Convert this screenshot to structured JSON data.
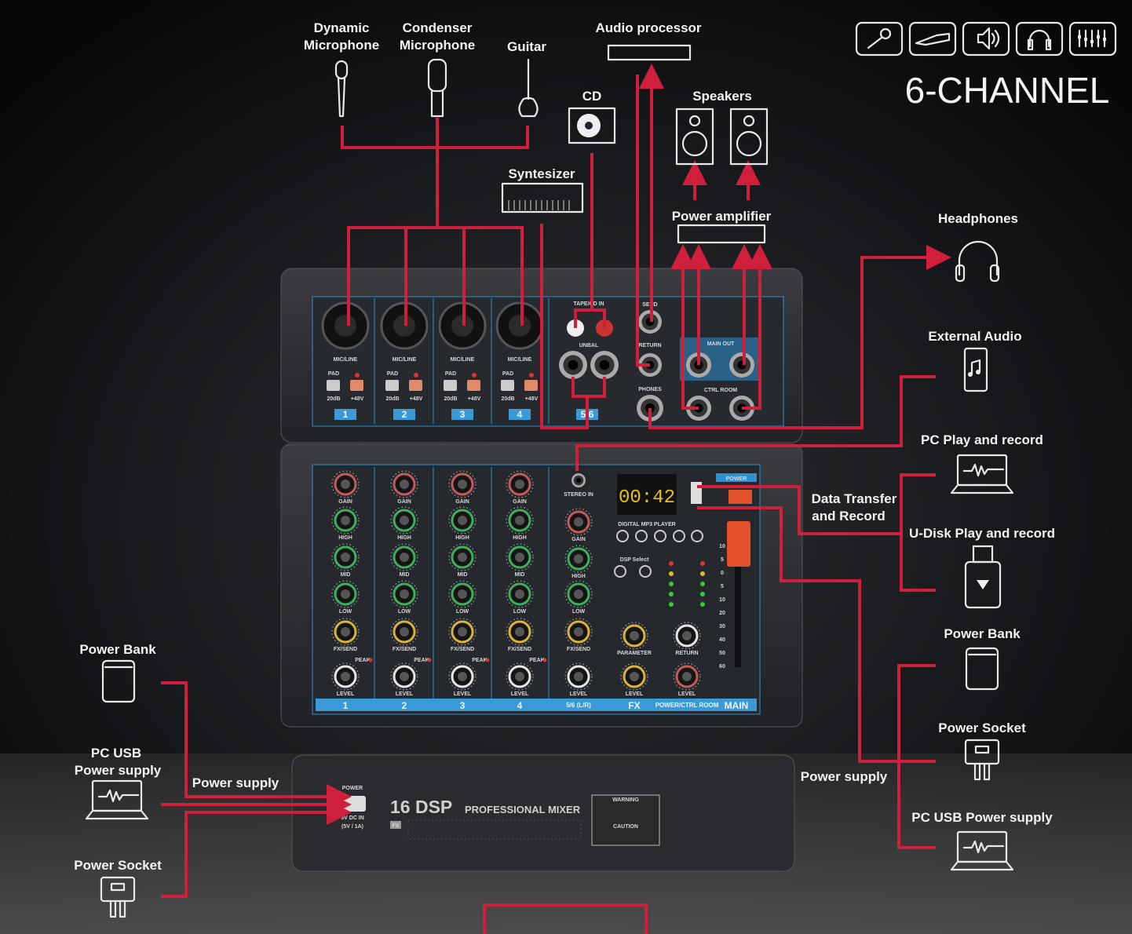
{
  "header": {
    "title": "6-CHANNEL",
    "feature_icons": [
      "microphone-icon",
      "guitar-icon",
      "speaker-icon",
      "headphones-icon",
      "equalizer-icon"
    ]
  },
  "sources": {
    "dynamic_mic": [
      "Dynamic",
      "Microphone"
    ],
    "condenser_mic": [
      "Condenser",
      "Microphone"
    ],
    "guitar": "Guitar",
    "audio_processor": "Audio processor",
    "cd": "CD",
    "speakers": "Speakers",
    "synthesizer": "Syntesizer",
    "power_amplifier": "Power amplifier"
  },
  "right_devices": {
    "headphones": "Headphones",
    "external_audio": "External Audio",
    "pc_play": "PC Play and record",
    "data_transfer": [
      "Data Transfer",
      "and Record"
    ],
    "udisk": "U-Disk Play and record",
    "power_bank": "Power Bank",
    "power_socket": "Power Socket",
    "power_supply": "Power supply",
    "pc_usb_power": "PC USB Power supply"
  },
  "left_devices": {
    "power_bank": "Power Bank",
    "pc_usb_power": [
      "PC USB",
      "Power supply"
    ],
    "power_supply": "Power supply",
    "power_socket": "Power Socket"
  },
  "mixer": {
    "input_label": "MIC/LINE",
    "pad_labels": [
      "PAD",
      "20dB",
      "+48V"
    ],
    "top_channel_numbers": [
      "1",
      "2",
      "3",
      "4",
      "5/6"
    ],
    "stereo_labels": [
      "TAPE/CD IN",
      "UNBAL",
      "SEND",
      "RETURN",
      "PHONES",
      "MAIN OUT",
      "CTRL ROOM",
      "STEREO IN"
    ],
    "knob_labels": [
      "GAIN",
      "HIGH",
      "MID",
      "LOW",
      "FX/SEND",
      "LEVEL"
    ],
    "fx_labels": [
      "DSP Select",
      "PARAMETER",
      "RETURN",
      "DIGITAL MP3 PLAYER",
      "POWER"
    ],
    "display": "00:42",
    "bottom_channels": [
      "1",
      "2",
      "3",
      "4",
      "5/6 (L/R)",
      "FX",
      "POWER/CTRL ROOM",
      "MAIN"
    ],
    "fader_scale": [
      "10",
      "5",
      "0",
      "5",
      "10",
      "20",
      "30",
      "40",
      "50",
      "60"
    ],
    "front": {
      "model": "16 DSP",
      "subtitle": "PROFESSIONAL MIXER",
      "power": "POWER",
      "dc_in": [
        "5V DC IN",
        "(5V / 1A)"
      ],
      "fx_badge": "FX",
      "warning": "WARNING",
      "caution": "CAUTION"
    }
  },
  "colors": {
    "wire": "#cf1f3a",
    "panel_blue": "#2f8fd0",
    "background": "#0b0b0b"
  }
}
